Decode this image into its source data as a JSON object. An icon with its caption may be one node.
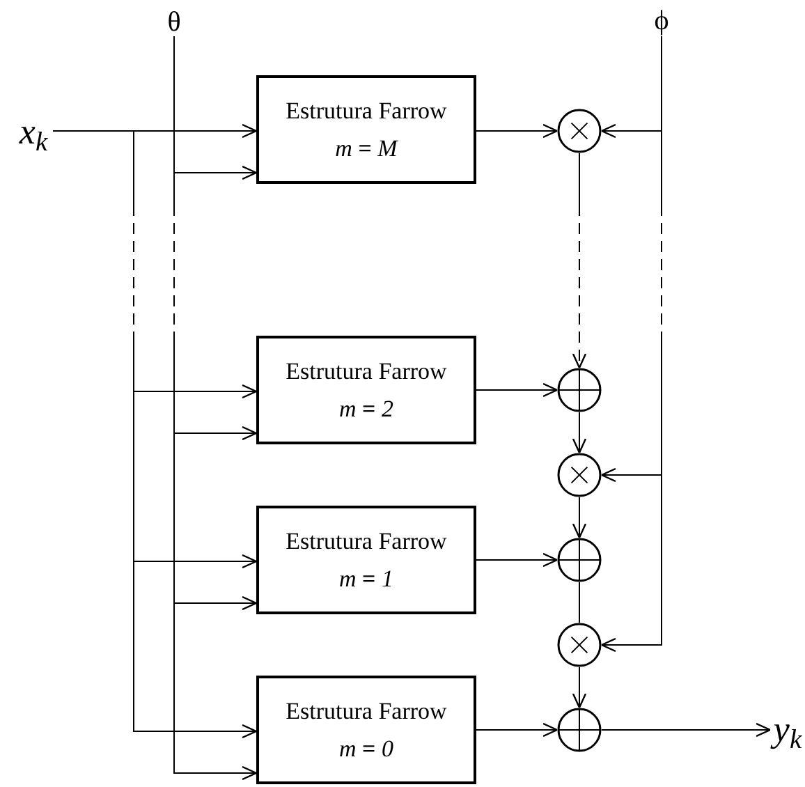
{
  "diagram": {
    "nodes": [
      {
        "text": [
          "x$_{k}$"
        ]
      },
      {
        "text": [
          "θ"
        ]
      },
      {
        "text": [
          "ϕ"
        ]
      },
      {
        "text": [
          "Estrutura Farrow",
          "*m* **=** *M*"
        ]
      },
      {
        "text": [],
        "shape": "circle"
      },
      {
        "text": [
          "Estrutura Farrow",
          "*m* **=** *2*"
        ]
      },
      {
        "text": [],
        "shape": "circle"
      },
      {
        "text": [],
        "shape": "circle"
      },
      {
        "text": [
          "Estrutura Farrow",
          "*m* **=** *1*"
        ]
      },
      {
        "text": [],
        "shape": "circle"
      },
      {
        "text": [],
        "shape": "circle"
      },
      {
        "text": [
          "Estrutura Farrow",
          "*m* **=** *0*"
        ]
      },
      {
        "text": [],
        "shape": "circle"
      },
      {
        "text": [
          "y$_{k}$"
        ]
      }
    ],
    "edges": [
      {
        "from": 0,
        "to": 3,
        "arrow": "to"
      },
      {
        "from": 0,
        "to": 5,
        "arrow": "to",
        "style": "dashed"
      },
      {
        "from": 0,
        "to": 8,
        "arrow": "to",
        "style": "dashed"
      },
      {
        "from": 0,
        "to": 11,
        "arrow": "to",
        "style": "dashed"
      },
      {
        "from": 1,
        "to": 3,
        "arrow": "to"
      },
      {
        "from": 1,
        "to": 5,
        "arrow": "to",
        "style": "dashed"
      },
      {
        "from": 1,
        "to": 8,
        "arrow": "to",
        "style": "dashed"
      },
      {
        "from": 1,
        "to": 11,
        "arrow": "to",
        "style": "dashed"
      },
      {
        "from": 3,
        "to": 4,
        "arrow": "to"
      },
      {
        "from": 2,
        "to": 4,
        "arrow": "to"
      },
      {
        "from": 2,
        "to": 7,
        "arrow": "to",
        "style": "dashed"
      },
      {
        "from": 2,
        "to": 10,
        "arrow": "to",
        "style": "dashed"
      },
      {
        "from": 4,
        "to": 6,
        "arrow": "to",
        "style": "dashed"
      },
      {
        "from": 5,
        "to": 6,
        "arrow": "to"
      },
      {
        "from": 6,
        "to": 7,
        "arrow": "to"
      },
      {
        "from": 7,
        "to": 9,
        "arrow": "to"
      },
      {
        "from": 8,
        "to": 9,
        "arrow": "to"
      },
      {
        "from": 9,
        "to": 10,
        "arrow": "none"
      },
      {
        "from": 10,
        "to": 12,
        "arrow": "to"
      },
      {
        "from": 11,
        "to": 12,
        "arrow": "to"
      },
      {
        "from": 12,
        "to": 13,
        "arrow": "to"
      }
    ]
  }
}
